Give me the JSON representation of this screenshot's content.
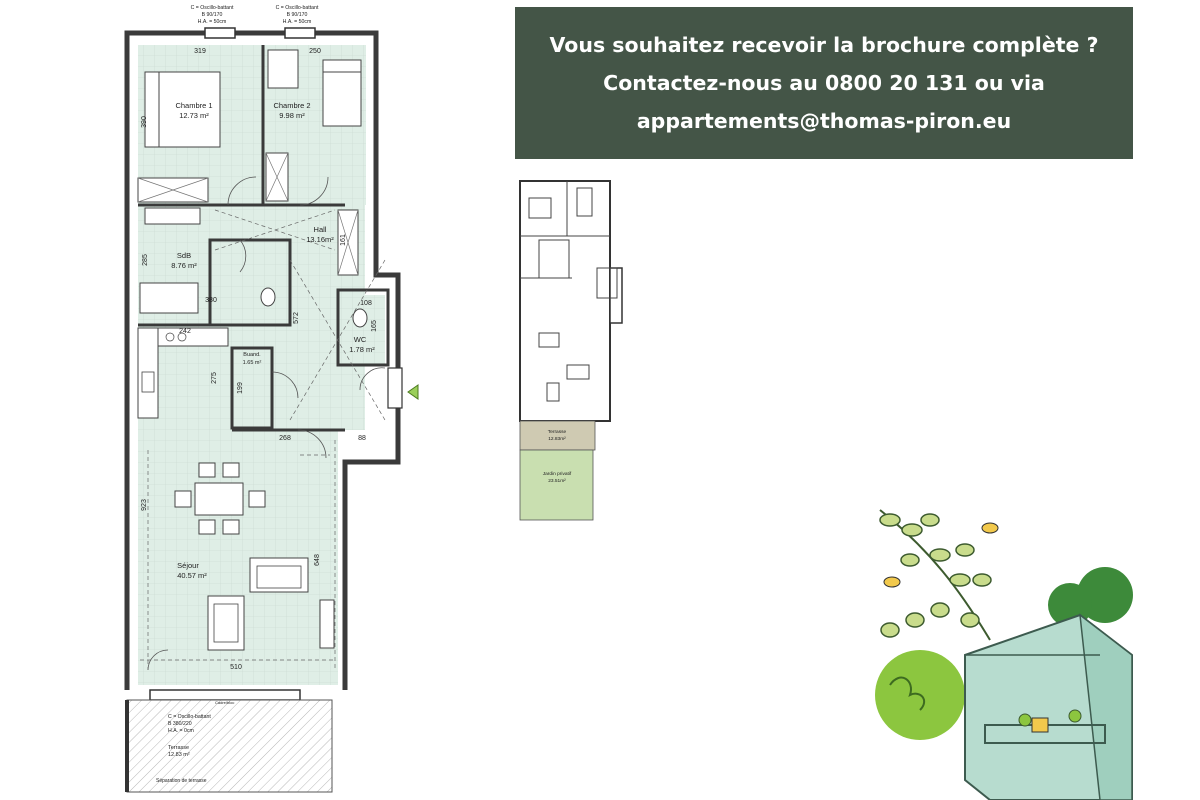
{
  "banner": {
    "line1": "Vous souhaitez recevoir la brochure complète ?",
    "line2": "Contactez-nous au 0800 20 131 ou via",
    "line3": "appartements@thomas-piron.eu"
  },
  "plan": {
    "windows": {
      "top_left": {
        "l1": "C = Oscillo-battant",
        "l2": "B 90/170",
        "l3": "H.A. = 50cm"
      },
      "top_right": {
        "l1": "C = Oscillo-battant",
        "l2": "B 90/170",
        "l3": "H.A. = 50cm"
      },
      "bottom": {
        "l1": "C = Oscillo-battant",
        "l2": "B 380/220",
        "l3": "H.A. = 0cm"
      }
    },
    "rooms": {
      "chambre1": {
        "name": "Chambre 1",
        "area": "12.73 m²"
      },
      "chambre2": {
        "name": "Chambre 2",
        "area": "9.98 m²"
      },
      "hall": {
        "name": "Hall",
        "area": "13.16m²"
      },
      "sdb": {
        "name": "SdB",
        "area": "8.76 m²"
      },
      "wc": {
        "name": "WC",
        "area": "1.78 m²"
      },
      "sejour": {
        "name": "Séjour",
        "area": "40.57 m²"
      },
      "terrasse": {
        "name": "Terrasse",
        "area": "12.83 m²"
      },
      "cellier": {
        "name": "Buand.",
        "area": "1.65 m²"
      }
    },
    "dims": {
      "d319": "319",
      "d250": "250",
      "d390": "390",
      "d380": "380",
      "d285": "285",
      "d161": "161",
      "d572": "572",
      "d108": "108",
      "d165": "165",
      "d242": "242",
      "d275": "275",
      "d199": "199",
      "d268": "268",
      "d88": "88",
      "d923": "923",
      "d648": "648",
      "d510": "510"
    },
    "labels": {
      "separation": "Séparation de terrasse",
      "ctrl": "Cadre/bloc"
    }
  },
  "mini_plan": {
    "terrasse": {
      "name": "Terrasse",
      "area": "12.83m²"
    },
    "jardin": {
      "name": "Jardin privatif",
      "area": "23.51m²"
    }
  },
  "colors": {
    "banner_bg": "#445547",
    "room_fill": "#dfeee6",
    "wall": "#3a3a3a",
    "garden": "#c9dfb0",
    "terrace_mini": "#cfcab2"
  }
}
